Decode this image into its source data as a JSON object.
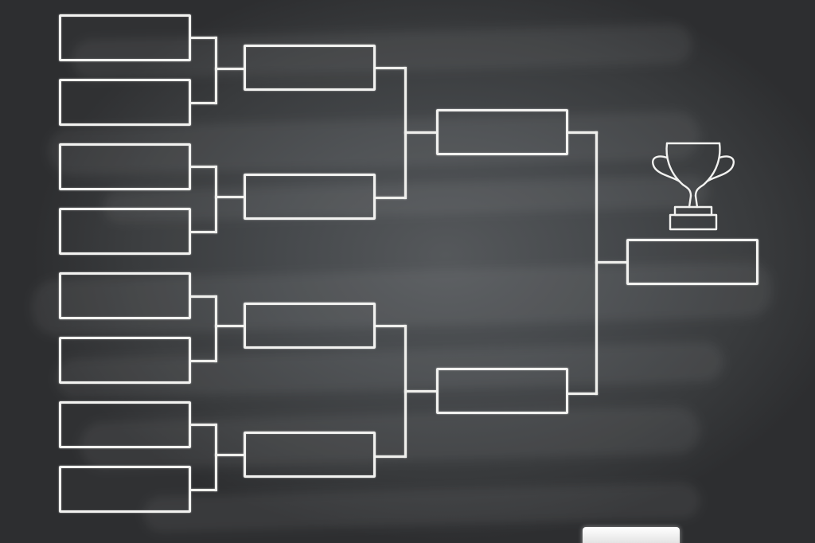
{
  "diagram": {
    "type": "tournament-bracket",
    "theme": "chalkboard",
    "chalk_color": "#f2f2f0",
    "board_color": "#3a3c3e",
    "rounds": [
      {
        "round": 1,
        "slots": [
          "",
          "",
          "",
          "",
          "",
          "",
          "",
          ""
        ]
      },
      {
        "round": 2,
        "slots": [
          "",
          "",
          "",
          ""
        ]
      },
      {
        "round": 3,
        "slots": [
          "",
          ""
        ]
      },
      {
        "round": 4,
        "slots": [
          ""
        ]
      }
    ],
    "icons": [
      "trophy-icon",
      "chalk-stick-icon"
    ]
  }
}
